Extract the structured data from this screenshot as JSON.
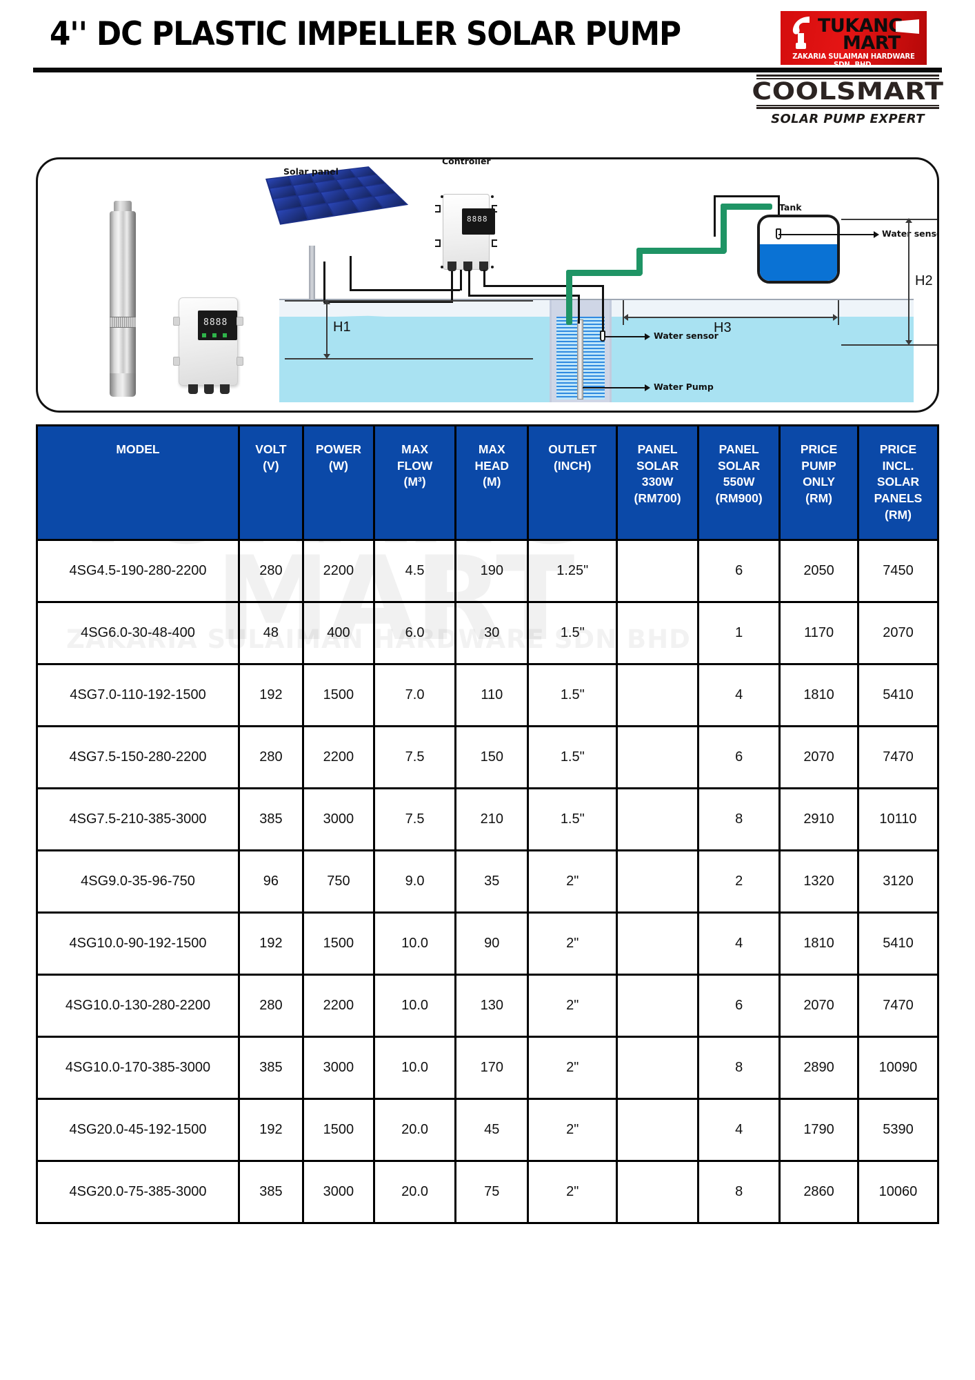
{
  "header": {
    "title": "4'' DC PLASTIC IMPELLER SOLAR PUMP",
    "tukang_logo": {
      "word1": "TUKANG",
      "word2": "MART",
      "subtitle": "ZAKARIA SULAIMAN HARDWARE SDN. BHD.",
      "brand_color": "#d40d0d"
    },
    "coolsmart_logo": {
      "name": "COOLSMART",
      "tagline": "SOLAR PUMP EXPERT"
    }
  },
  "diagram": {
    "labels": {
      "solar_panel": "Solar panel",
      "controller": "Controller",
      "tank": "Tank",
      "water_sensor_tank": "Water sensor",
      "water_sensor_well": "Water sensor",
      "water_pump": "Water Pump"
    },
    "dimensions": {
      "h1": "H1",
      "h2": "H2",
      "h3": "H3"
    },
    "display_value": "8888",
    "colors": {
      "panel_blue": "#1b2f86",
      "tank_water": "#0a72d4",
      "aquifer": "#a9e2f2",
      "pipe_green": "#1f9465"
    }
  },
  "watermark": {
    "line1": "TUKANG",
    "line2": "MART",
    "line3": "ZAKARIA SULAIMAN HARDWARE SDN BHD"
  },
  "table": {
    "header_color": "#0b49a8",
    "columns": [
      "MODEL",
      "VOLT\n(V)",
      "POWER\n(W)",
      "MAX\nFLOW\n(M³)",
      "MAX\nHEAD\n(M)",
      "OUTLET\n(INCH)",
      "PANEL\nSOLAR\n330W\n(RM700)",
      "PANEL\nSOLAR\n550W\n(RM900)",
      "PRICE\nPUMP\nONLY\n(RM)",
      "PRICE\nINCL.\nSOLAR\nPANELS\n(RM)"
    ],
    "columns_parts": [
      [
        "MODEL"
      ],
      [
        "VOLT",
        "(V)"
      ],
      [
        "POWER",
        "(W)"
      ],
      [
        "MAX",
        "FLOW",
        "(M³)"
      ],
      [
        "MAX",
        "HEAD",
        "(M)"
      ],
      [
        "OUTLET",
        "(INCH)"
      ],
      [
        "PANEL",
        "SOLAR",
        "330W",
        "(RM700)"
      ],
      [
        "PANEL",
        "SOLAR",
        "550W",
        "(RM900)"
      ],
      [
        "PRICE",
        "PUMP",
        "ONLY",
        "(RM)"
      ],
      [
        "PRICE",
        "INCL.",
        "SOLAR",
        "PANELS",
        "(RM)"
      ]
    ],
    "rows": [
      [
        "4SG4.5-190-280-2200",
        "280",
        "2200",
        "4.5",
        "190",
        "1.25\"",
        "",
        "6",
        "2050",
        "7450"
      ],
      [
        "4SG6.0-30-48-400",
        "48",
        "400",
        "6.0",
        "30",
        "1.5\"",
        "",
        "1",
        "1170",
        "2070"
      ],
      [
        "4SG7.0-110-192-1500",
        "192",
        "1500",
        "7.0",
        "110",
        "1.5\"",
        "",
        "4",
        "1810",
        "5410"
      ],
      [
        "4SG7.5-150-280-2200",
        "280",
        "2200",
        "7.5",
        "150",
        "1.5\"",
        "",
        "6",
        "2070",
        "7470"
      ],
      [
        "4SG7.5-210-385-3000",
        "385",
        "3000",
        "7.5",
        "210",
        "1.5\"",
        "",
        "8",
        "2910",
        "10110"
      ],
      [
        "4SG9.0-35-96-750",
        "96",
        "750",
        "9.0",
        "35",
        "2\"",
        "",
        "2",
        "1320",
        "3120"
      ],
      [
        "4SG10.0-90-192-1500",
        "192",
        "1500",
        "10.0",
        "90",
        "2\"",
        "",
        "4",
        "1810",
        "5410"
      ],
      [
        "4SG10.0-130-280-2200",
        "280",
        "2200",
        "10.0",
        "130",
        "2\"",
        "",
        "6",
        "2070",
        "7470"
      ],
      [
        "4SG10.0-170-385-3000",
        "385",
        "3000",
        "10.0",
        "170",
        "2\"",
        "",
        "8",
        "2890",
        "10090"
      ],
      [
        "4SG20.0-45-192-1500",
        "192",
        "1500",
        "20.0",
        "45",
        "2\"",
        "",
        "4",
        "1790",
        "5390"
      ],
      [
        "4SG20.0-75-385-3000",
        "385",
        "3000",
        "20.0",
        "75",
        "2\"",
        "",
        "8",
        "2860",
        "10060"
      ]
    ]
  }
}
